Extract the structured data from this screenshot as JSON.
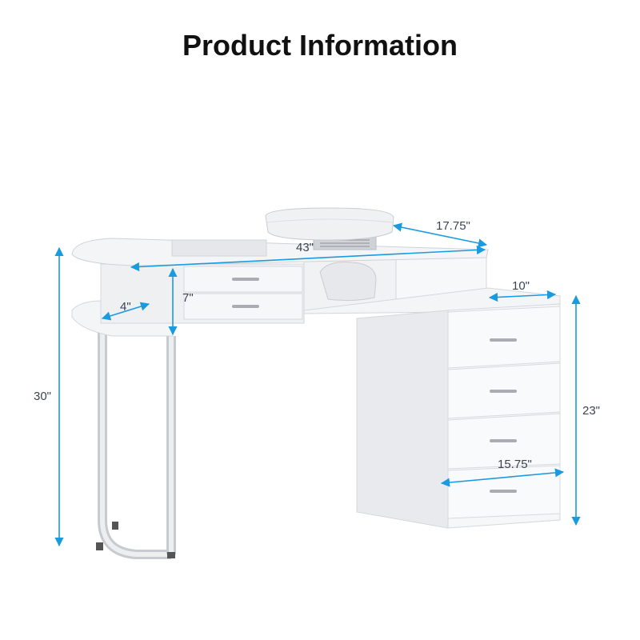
{
  "title": "Product Information",
  "dimensions": {
    "top_depth": "17.75\"",
    "desk_width": "43\"",
    "drawer_height": "7\"",
    "side_shelf": "4\"",
    "cabinet_offset": "10\"",
    "total_height": "30\"",
    "cabinet_height": "23\"",
    "cabinet_width": "15.75\""
  },
  "colors": {
    "dimension_line": "#1a9be0",
    "dimension_text": "#3b4453",
    "furniture": "#f4f5f6",
    "furniture_shade": "#e3e5e8",
    "edge": "#c9ccd1",
    "handle": "#a9adb3",
    "metal": "#d9dbde"
  }
}
